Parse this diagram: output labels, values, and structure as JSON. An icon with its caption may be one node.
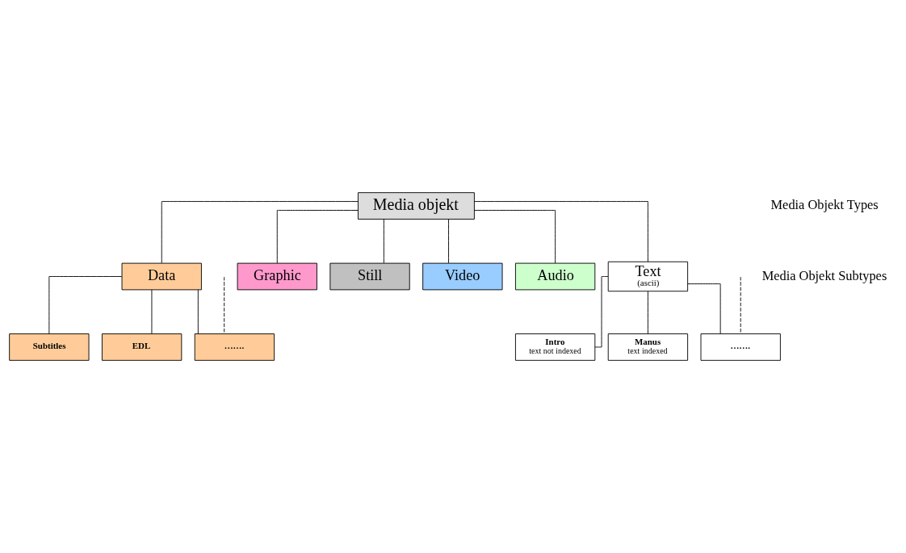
{
  "diagram": {
    "nodes": [
      {
        "text": [
          "Media objekt"
        ]
      },
      {
        "text": [
          "Video"
        ]
      },
      {
        "text": [
          "Audio"
        ]
      },
      {
        "text": [
          "Data"
        ]
      },
      {
        "text": [
          "Text",
          "(ascii)"
        ]
      },
      {
        "text": [
          "Graphic"
        ]
      },
      {
        "text": [
          "Still"
        ]
      },
      {
        "text": [
          "……."
        ]
      },
      {
        "text": [
          "Subtitles"
        ]
      },
      {
        "text": [
          "EDL"
        ]
      },
      {
        "text": [
          "Manus",
          "text indexed"
        ]
      },
      {
        "text": [
          "Intro",
          "text not indexed"
        ]
      },
      {
        "text": [
          "……."
        ]
      }
    ],
    "edges": [
      {
        "from": 0,
        "to": 1,
        "arrow": "none"
      },
      {
        "from": 0,
        "to": 2,
        "arrow": "none"
      },
      {
        "from": 0,
        "to": 3,
        "arrow": "none"
      },
      {
        "from": 0,
        "to": 4,
        "arrow": "none"
      },
      {
        "from": 0,
        "to": 5,
        "arrow": "none"
      },
      {
        "from": 0,
        "to": 6,
        "arrow": "none"
      },
      {
        "from": 3,
        "to": 7,
        "arrow": "none"
      },
      {
        "from": 3,
        "to": 8,
        "arrow": "none"
      },
      {
        "from": 3,
        "to": 9,
        "arrow": "none"
      },
      {
        "from": 4,
        "to": 10,
        "arrow": "none"
      },
      {
        "from": 4,
        "to": 11,
        "arrow": "none"
      },
      {
        "from": 4,
        "to": 12,
        "arrow": "none"
      },
      {
        "from": null,
        "to": 7,
        "arrow": "none",
        "style": "dashed"
      },
      {
        "from": null,
        "to": 12,
        "arrow": "none",
        "style": "dashed"
      }
    ],
    "labels": [
      "Media Objekt Types",
      "Media Objekt Subtypes"
    ]
  }
}
